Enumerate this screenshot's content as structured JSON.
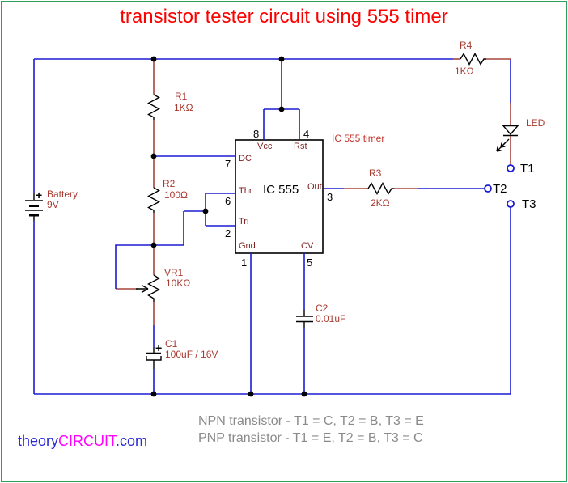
{
  "title": "transistor tester circuit using 555 timer",
  "colors": {
    "border_green": "#2aa05a",
    "title_red": "#ff0000",
    "wire_blue": "#1b1bd0",
    "wire_red": "#a5463c",
    "component_label_red": "#a83a30",
    "pin_label_maroon": "#7a1f1f",
    "ic_note_red": "#c4362c",
    "note_gray": "#8a8a8a",
    "logo_blue": "#2929d6",
    "logo_magenta": "#ff00ff"
  },
  "components": {
    "r1": {
      "name": "R1",
      "value": "1KΩ"
    },
    "r2": {
      "name": "R2",
      "value": "100Ω"
    },
    "r3": {
      "name": "R3",
      "value": "2KΩ"
    },
    "r4": {
      "name": "R4",
      "value": "1KΩ"
    },
    "vr1": {
      "name": "VR1",
      "value": "10KΩ"
    },
    "c1": {
      "name": "C1",
      "value": "100uF / 16V",
      "polarity": "+"
    },
    "c2": {
      "name": "C2",
      "value": "0.01uF"
    },
    "battery": {
      "name": "Battery",
      "value": "9V",
      "polarity": "+"
    },
    "led": {
      "name": "LED"
    },
    "ic": {
      "label": "IC 555",
      "note": "IC 555 timer"
    }
  },
  "ic_pins": {
    "p8": {
      "num": "8",
      "name": "Vcc"
    },
    "p4": {
      "num": "4",
      "name": "Rst"
    },
    "p7": {
      "num": "7",
      "name": "DC"
    },
    "p6": {
      "num": "6",
      "name": "Thr"
    },
    "p2": {
      "num": "2",
      "name": "Tri"
    },
    "p3": {
      "num": "3",
      "name": "Out"
    },
    "p1": {
      "num": "1",
      "name": "Gnd"
    },
    "p5": {
      "num": "5",
      "name": "CV"
    }
  },
  "terminals": {
    "t1": "T1",
    "t2": "T2",
    "t3": "T3"
  },
  "notes": {
    "line1": "NPN transistor - T1 = C, T2 = B, T3 = E",
    "line2": "PNP transistor - T1 = E, T2 = B, T3 = C"
  },
  "logo": {
    "part1": "theory",
    "part2": "CIRCUIT",
    "part3": ".com"
  }
}
